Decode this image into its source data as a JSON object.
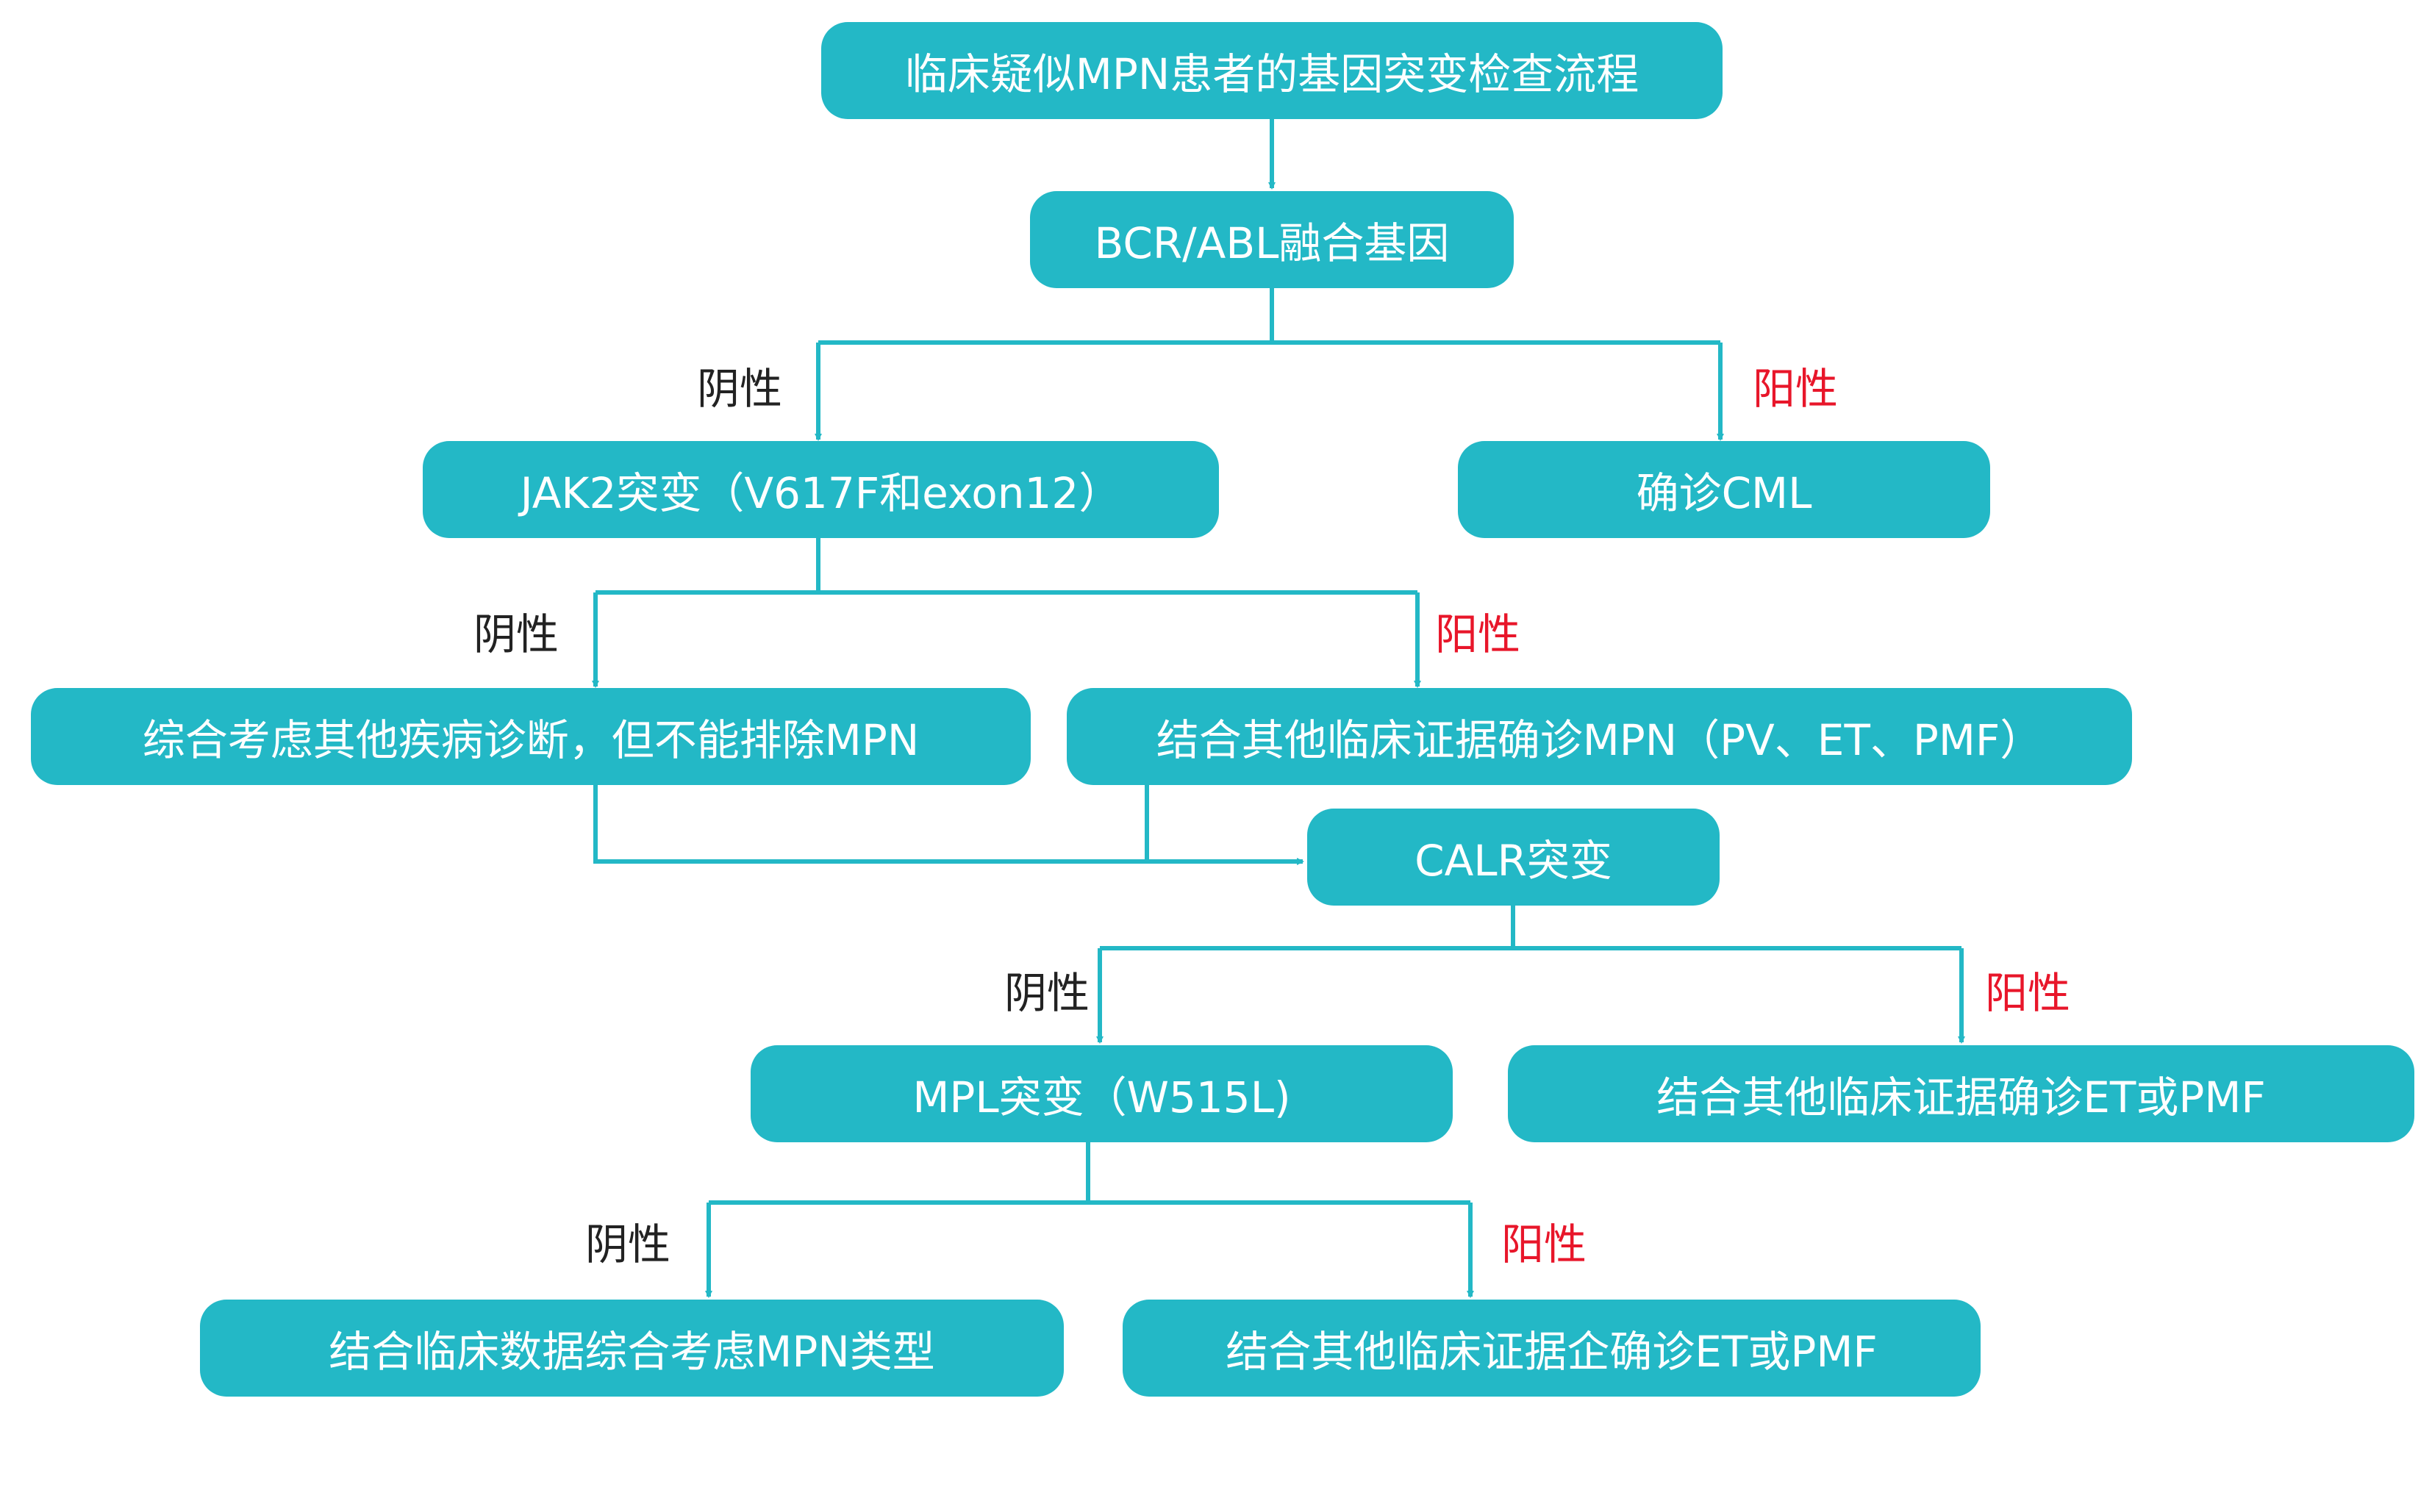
{
  "colors": {
    "box_fill": "#23b8c6",
    "connector": "#23b8c6",
    "negative_text": "#222222",
    "positive_text": "#e8162a"
  },
  "nodes": {
    "start": "临床疑似MPN患者的基因突变检查流程",
    "bcr_abl": "BCR/ABL融合基因",
    "jak2": "JAK2突变（V617F和exon12）",
    "cml": "确诊CML",
    "consider_other": "综合考虑其他疾病诊断，但不能排除MPN",
    "confirm_mpn": "结合其他临床证据确诊MPN（PV、ET、PMF）",
    "calr": "CALR突变",
    "mpl": "MPL突变（W515L)",
    "confirm_et_pmf": "结合其他临床证据确诊ET或PMF",
    "consider_type": "结合临床数据综合考虑MPN类型",
    "confirm_et_pmf_2": "结合其他临床证据企确诊ET或PMF"
  },
  "edge_labels": {
    "bcr_neg": "阴性",
    "bcr_pos": "阳性",
    "jak2_neg": "阴性",
    "jak2_pos": "阳性",
    "calr_neg": "阴性",
    "calr_pos": "阳性",
    "mpl_neg": "阴性",
    "mpl_pos": "阳性"
  }
}
